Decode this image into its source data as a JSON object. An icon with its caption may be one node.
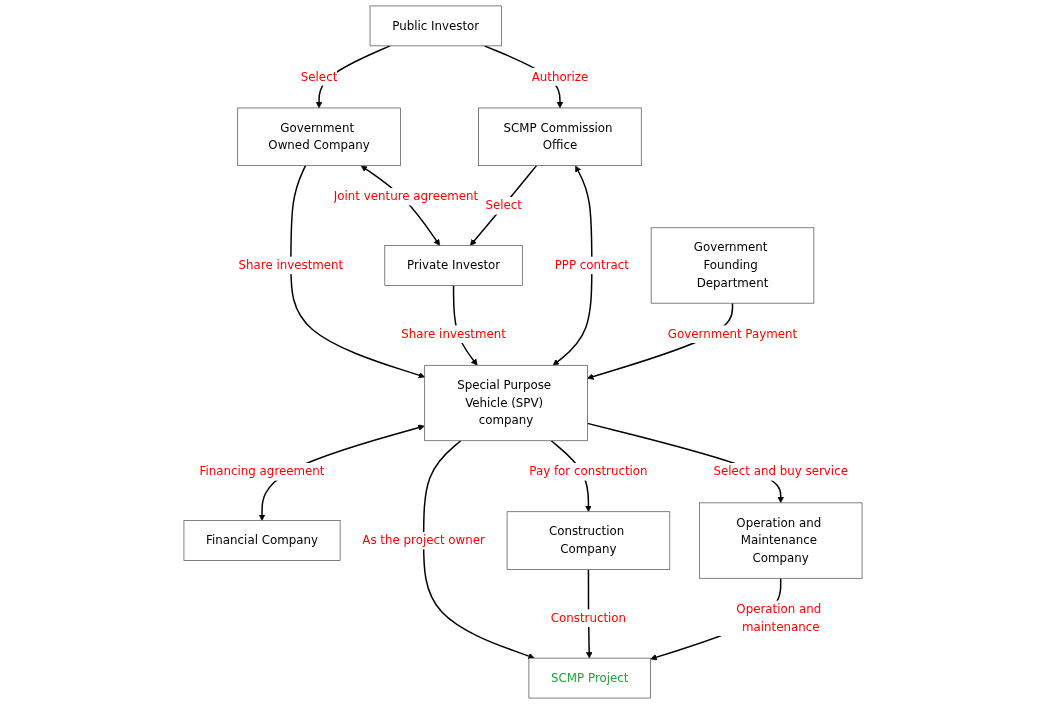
{
  "diagram": {
    "nodes": [
      {
        "text": [
          "Public Investor"
        ]
      },
      {
        "text": [
          "Government Owned Company"
        ]
      },
      {
        "text": [
          "Private Investor"
        ]
      },
      {
        "text": [
          "SCMP Commission Office"
        ]
      },
      {
        "text": [
          "Government Founding Department"
        ]
      },
      {
        "text": [
          "Special Purpose Vehicle (SPV) company"
        ]
      },
      {
        "text": [
          "Financial Company"
        ]
      },
      {
        "text": [
          "Construction Company"
        ]
      },
      {
        "text": [
          "SCMP Project"
        ]
      },
      {
        "text": [
          "Operation and Maintenance Company"
        ]
      }
    ],
    "edges": [
      {
        "from": 0,
        "to": 1,
        "arrow": "to",
        "label": "Select"
      },
      {
        "from": 0,
        "to": 3,
        "arrow": "to",
        "label": "Authorize"
      },
      {
        "from": 1,
        "to": 2,
        "arrow": "both",
        "label": "Joint venture agreement"
      },
      {
        "from": 3,
        "to": 2,
        "arrow": "to",
        "label": "Select"
      },
      {
        "from": 1,
        "to": 5,
        "arrow": "to",
        "label": "Share investment"
      },
      {
        "from": 2,
        "to": 5,
        "arrow": "to",
        "label": "Share investment"
      },
      {
        "from": 3,
        "to": 5,
        "arrow": "both",
        "label": "PPP contract"
      },
      {
        "from": 4,
        "to": 5,
        "arrow": "to",
        "label": "Government Payment"
      },
      {
        "from": 5,
        "to": 6,
        "arrow": "both",
        "label": "Financing agreement"
      },
      {
        "from": 5,
        "to": 7,
        "arrow": "to",
        "label": "Pay for construction"
      },
      {
        "from": 5,
        "to": 8,
        "arrow": "to",
        "label": "As the project owner"
      },
      {
        "from": 5,
        "to": 9,
        "arrow": "to",
        "label": "Select and buy service"
      },
      {
        "from": 7,
        "to": 8,
        "arrow": "to",
        "label": "Construction"
      },
      {
        "from": 9,
        "to": 8,
        "arrow": "to",
        "label": "Operation and maintenance"
      }
    ]
  }
}
